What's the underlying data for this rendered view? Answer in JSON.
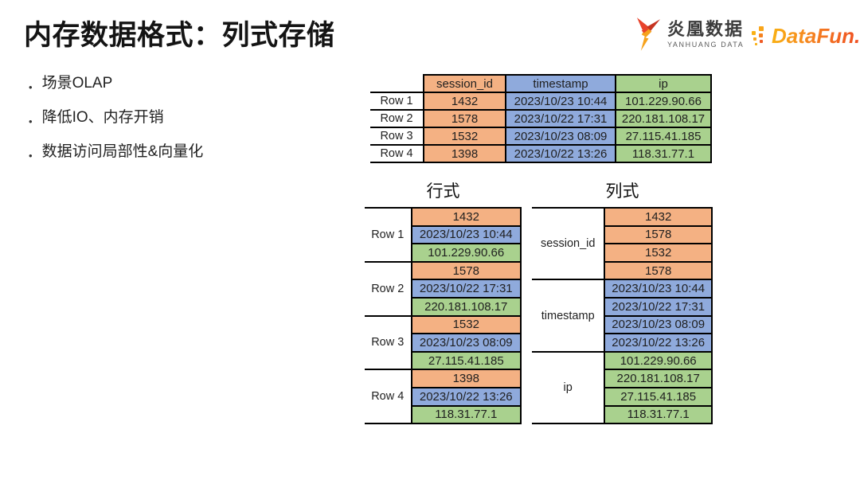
{
  "slide": {
    "title": "内存数据格式：列式存储",
    "bullets": [
      "场景OLAP",
      "降低IO、内存开销",
      "数据访问局部性&向量化"
    ]
  },
  "logos": {
    "yanhuang": {
      "cn": "炎凰数据",
      "en": "YANHUANG DATA"
    },
    "datafun": {
      "text": "DataFun."
    }
  },
  "colors": {
    "orange": "#F4B183",
    "blue": "#8FAADC",
    "green": "#A9D18E",
    "brand_red": "#E8432C",
    "brand_dark_red": "#C63321",
    "brand_yellow": "#F6A21C",
    "brand_orange": "#F58220"
  },
  "top_table": {
    "headers": [
      "session_id",
      "timestamp",
      "ip"
    ],
    "row_labels": [
      "Row 1",
      "Row 2",
      "Row 3",
      "Row 4"
    ],
    "rows": [
      [
        "1432",
        "2023/10/23 10:44",
        "101.229.90.66"
      ],
      [
        "1578",
        "2023/10/22 17:31",
        "220.181.108.17"
      ],
      [
        "1532",
        "2023/10/23 08:09",
        "27.115.41.185"
      ],
      [
        "1398",
        "2023/10/22 13:26",
        "118.31.77.1"
      ]
    ]
  },
  "row_store": {
    "title": "行式",
    "groups": [
      {
        "label": "Row 1",
        "cells": [
          "1432",
          "2023/10/23 10:44",
          "101.229.90.66"
        ]
      },
      {
        "label": "Row 2",
        "cells": [
          "1578",
          "2023/10/22 17:31",
          "220.181.108.17"
        ]
      },
      {
        "label": "Row 3",
        "cells": [
          "1532",
          "2023/10/23 08:09",
          "27.115.41.185"
        ]
      },
      {
        "label": "Row 4",
        "cells": [
          "1398",
          "2023/10/22 13:26",
          "118.31.77.1"
        ]
      }
    ]
  },
  "column_store": {
    "title": "列式",
    "groups": [
      {
        "label": "session_id",
        "cells": [
          "1432",
          "1578",
          "1532",
          "1578"
        ]
      },
      {
        "label": "timestamp",
        "cells": [
          "2023/10/23 10:44",
          "2023/10/22 17:31",
          "2023/10/23 08:09",
          "2023/10/22 13:26"
        ]
      },
      {
        "label": "ip",
        "cells": [
          "101.229.90.66",
          "220.181.108.17",
          "27.115.41.185",
          "118.31.77.1"
        ]
      }
    ]
  }
}
